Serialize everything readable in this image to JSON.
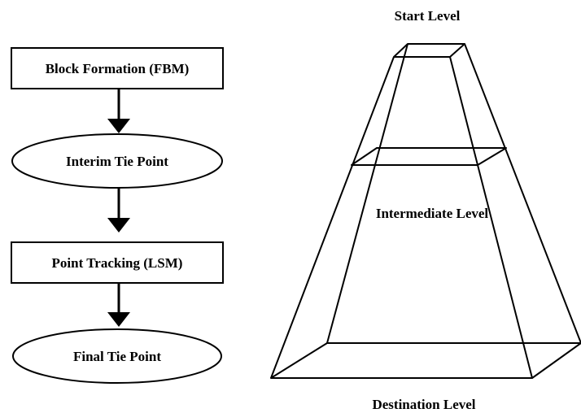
{
  "flowchart": {
    "steps": [
      {
        "label": "Block Formation (FBM)",
        "shape": "rectangle"
      },
      {
        "label": "Interim Tie Point",
        "shape": "ellipse"
      },
      {
        "label": "Point Tracking (LSM)",
        "shape": "rectangle"
      },
      {
        "label": "Final Tie Point",
        "shape": "ellipse"
      }
    ]
  },
  "pyramid": {
    "start_label": "Start Level",
    "intermediate_label": "Intermediate Level",
    "destination_label": "Destination Level"
  },
  "colors": {
    "stroke": "#000000",
    "background": "#ffffff"
  }
}
